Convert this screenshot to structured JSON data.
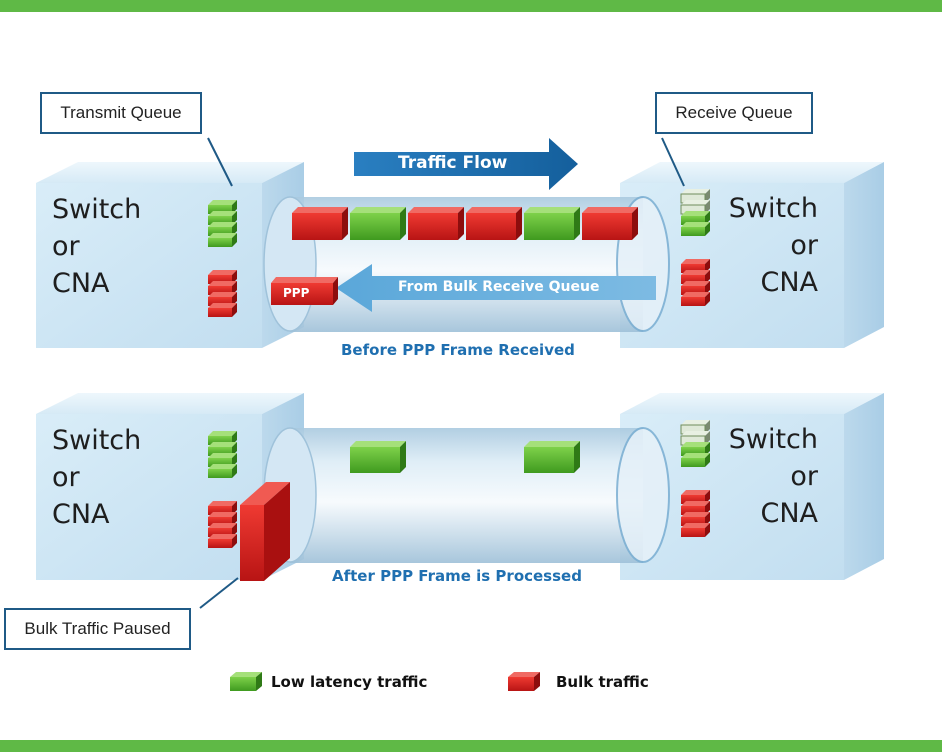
{
  "diagram": {
    "top": {
      "left_switch": [
        "Switch",
        "or",
        "CNA"
      ],
      "right_switch": [
        "Switch",
        "or",
        "CNA"
      ],
      "traffic_flow": "Traffic Flow",
      "return_flow": "From Bulk Receive Queue",
      "ppp": "PPP",
      "caption": "Before PPP Frame Received"
    },
    "bottom": {
      "left_switch": [
        "Switch",
        "or",
        "CNA"
      ],
      "right_switch": [
        "Switch",
        "or",
        "CNA"
      ],
      "caption": "After PPP Frame is Processed"
    },
    "callouts": {
      "transmit_queue": "Transmit Queue",
      "receive_queue": "Receive Queue",
      "bulk_paused": "Bulk Traffic Paused"
    },
    "legend": [
      {
        "label": "Low latency traffic",
        "color": "#5cb82e"
      },
      {
        "label": "Bulk traffic",
        "color": "#d81e1e"
      }
    ],
    "colors": {
      "green_frame": "#5cb82e",
      "red_frame": "#d81e1e",
      "box": "#cfe6f4",
      "arrow": "#1f6fb0",
      "accent_bar": "#5fb946"
    }
  }
}
